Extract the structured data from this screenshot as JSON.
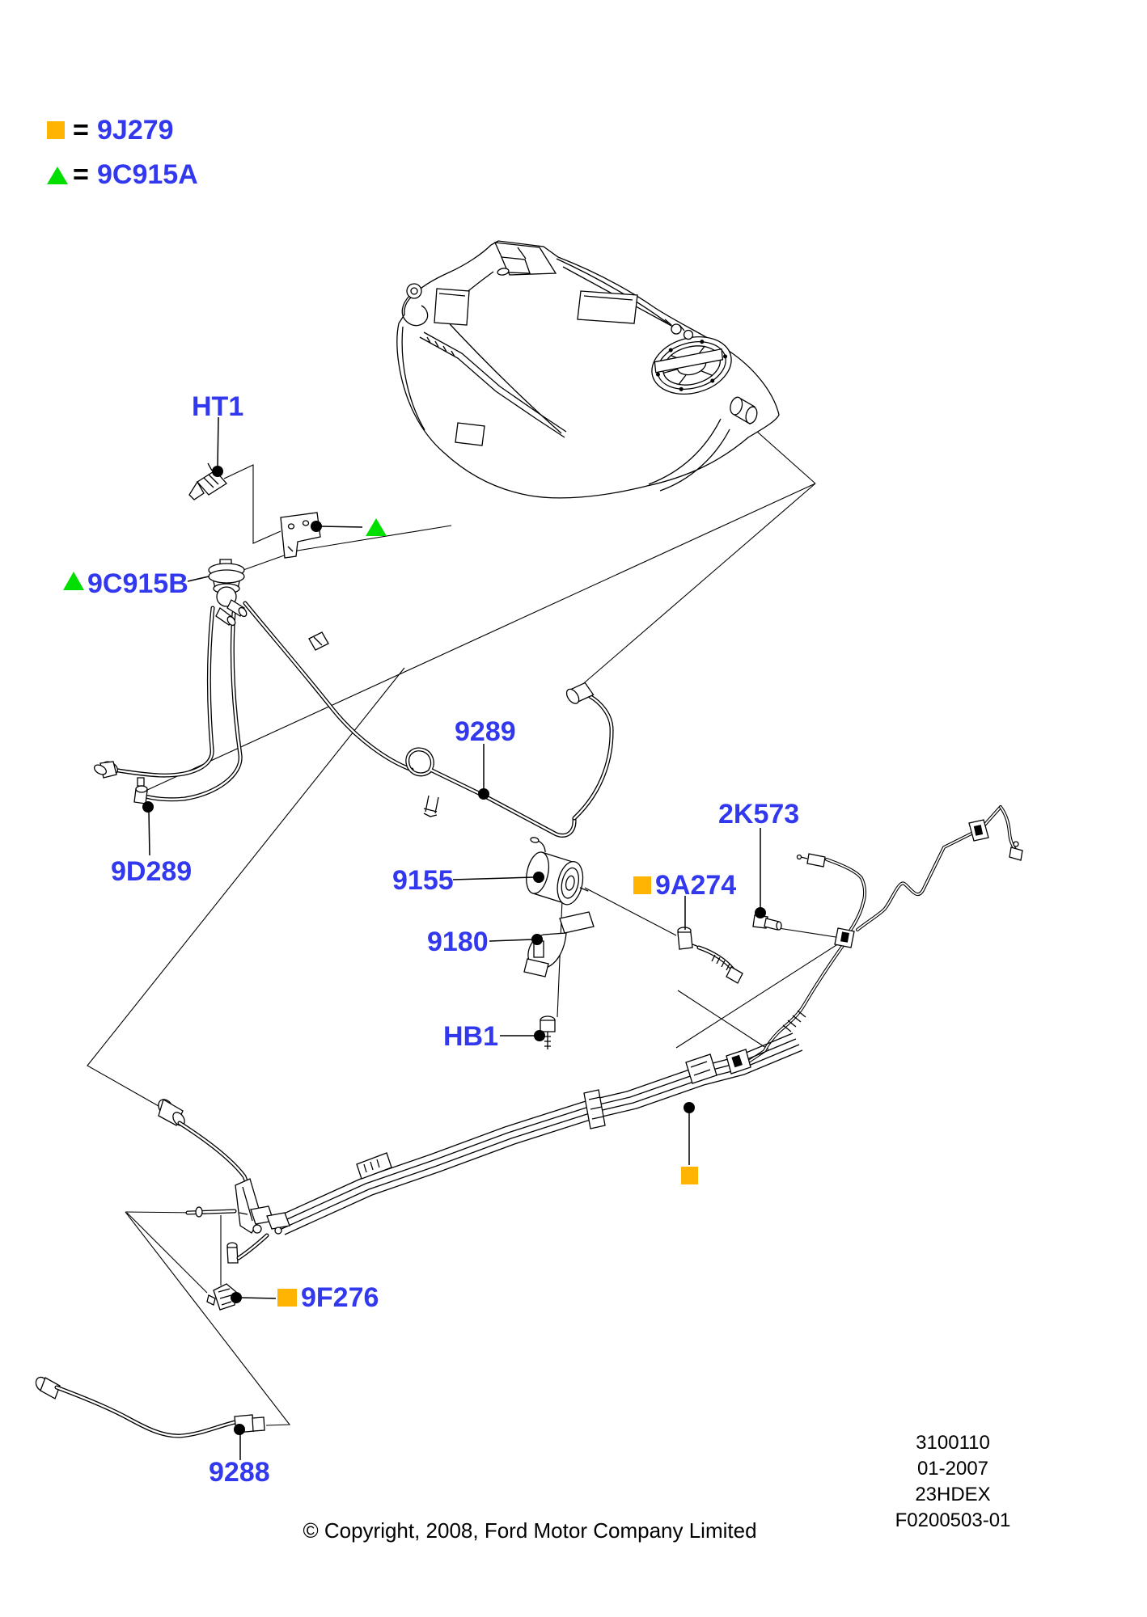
{
  "colors": {
    "label_blue": "#3238EE",
    "marker_orange": "#FFB404",
    "marker_green": "#00DF00",
    "line_black": "#000000"
  },
  "legend": {
    "rows": [
      {
        "symbol": "orange-square",
        "equals": "=",
        "code": "9J279"
      },
      {
        "symbol": "green-triangle",
        "equals": "=",
        "code": "9C915A"
      }
    ]
  },
  "callouts": {
    "ht1": "HT1",
    "c915b": "9C915B",
    "n9289": "9289",
    "d289": "9D289",
    "n9155": "9155",
    "n9180": "9180",
    "hb1": "HB1",
    "a274": "9A274",
    "k573": "2K573",
    "f276": "9F276",
    "n9288": "9288"
  },
  "stamp": {
    "line1": "3100110",
    "line2": "01-2007",
    "line3": "23HDEX",
    "line4": "F0200503-01"
  },
  "footer": {
    "copyright": "© Copyright, 2008, Ford Motor Company Limited"
  }
}
